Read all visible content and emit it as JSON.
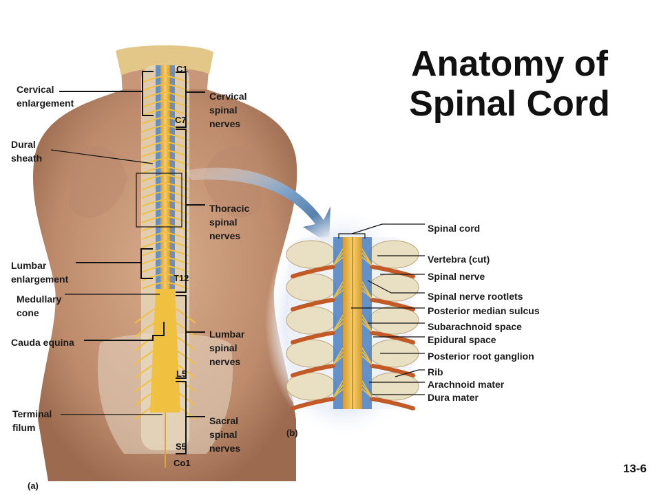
{
  "title": "Anatomy of\nSpinal Cord",
  "slide_number": "13-6",
  "panel_a": {
    "panel_label": "(a)",
    "left_labels": {
      "cervical_enlargement": "Cervical\nenlargement",
      "dural_sheath": "Dural\nsheath",
      "lumbar_enlargement": "Lumbar\nenlargement",
      "medullary_cone": "Medullary\ncone",
      "cauda_equina": "Cauda equina",
      "terminal_filum": "Terminal\nfilum"
    },
    "right_labels": {
      "cervical_nerves": "Cervical\nspinal\nnerves",
      "thoracic_nerves": "Thoracic\nspinal\nnerves",
      "lumbar_nerves": "Lumbar\nspinal\nnerves",
      "sacral_nerves": "Sacral\nspinal\nnerves"
    },
    "vertebra_markers": {
      "c1": "C1",
      "c7": "C7",
      "t12": "T12",
      "l5": "L5",
      "s5": "S5",
      "co1": "Co1"
    }
  },
  "panel_b": {
    "panel_label": "(b)",
    "labels": {
      "spinal_cord": "Spinal cord",
      "vertebra_cut": "Vertebra (cut)",
      "spinal_nerve": "Spinal nerve",
      "spinal_nerve_rootlets": "Spinal nerve rootlets",
      "posterior_median_sulcus": "Posterior median sulcus",
      "subarachnoid_space": "Subarachnoid space",
      "epidural_space": "Epidural space",
      "posterior_root_ganglion": "Posterior root ganglion",
      "rib": "Rib",
      "arachnoid_mater": "Arachnoid mater",
      "dura_mater": "Dura mater"
    }
  },
  "colors": {
    "skin": "#c99a7a",
    "skin_shadow": "#a87558",
    "hair": "#e0c585",
    "spinal_cord": "#e8b94a",
    "csf_blue": "#4a7fc0",
    "nerve": "#f0c040",
    "bone": "#e9dfc2",
    "arrow": "#3d6fa3",
    "vessel": "#c25a28"
  }
}
